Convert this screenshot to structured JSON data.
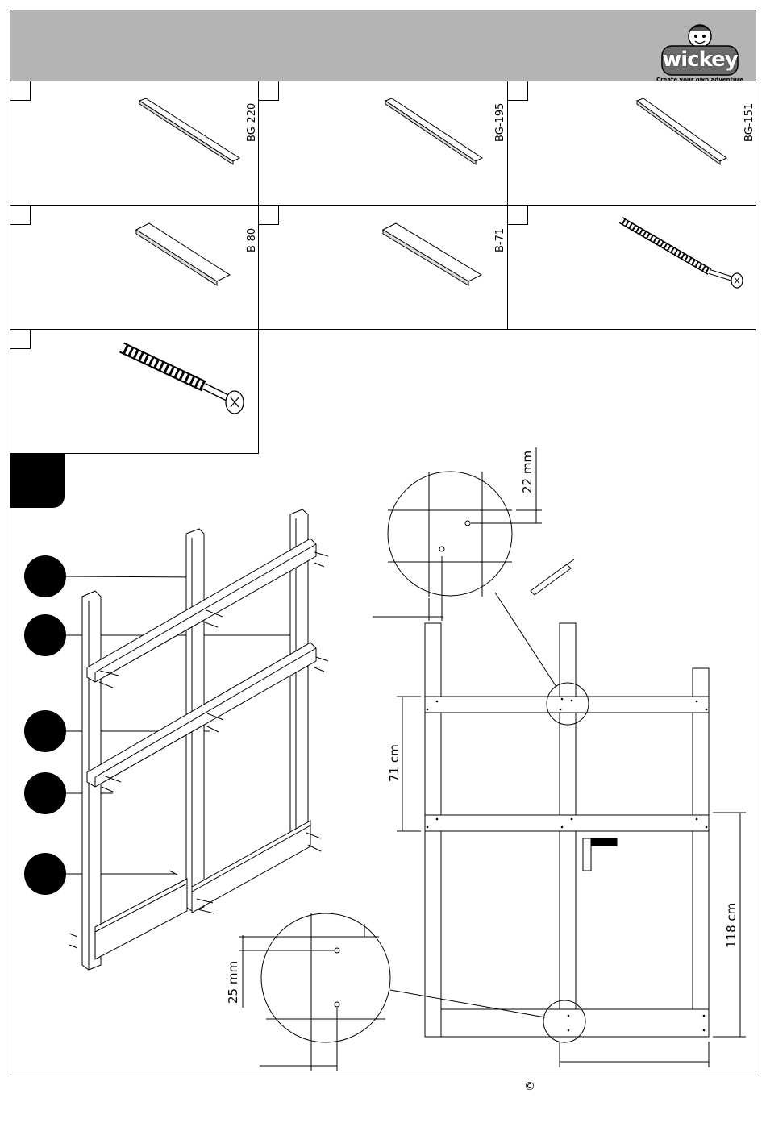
{
  "logo": {
    "brand": "wickey",
    "tagline": "Create your own adventure"
  },
  "parts": [
    {
      "code": "BG-220",
      "kind": "beam"
    },
    {
      "code": "BG-195",
      "kind": "beam"
    },
    {
      "code": "BG-151",
      "kind": "beam"
    },
    {
      "code": "B-80",
      "kind": "board"
    },
    {
      "code": "B-71",
      "kind": "board"
    },
    {
      "code": "",
      "kind": "long-screw"
    },
    {
      "code": "",
      "kind": "screw"
    }
  ],
  "dimensions": {
    "top_offset": "22 mm",
    "bottom_offset": "25 mm",
    "beam_spacing": "71 cm",
    "lower_height": "118 cm"
  },
  "footer": {
    "copyright": "©"
  }
}
